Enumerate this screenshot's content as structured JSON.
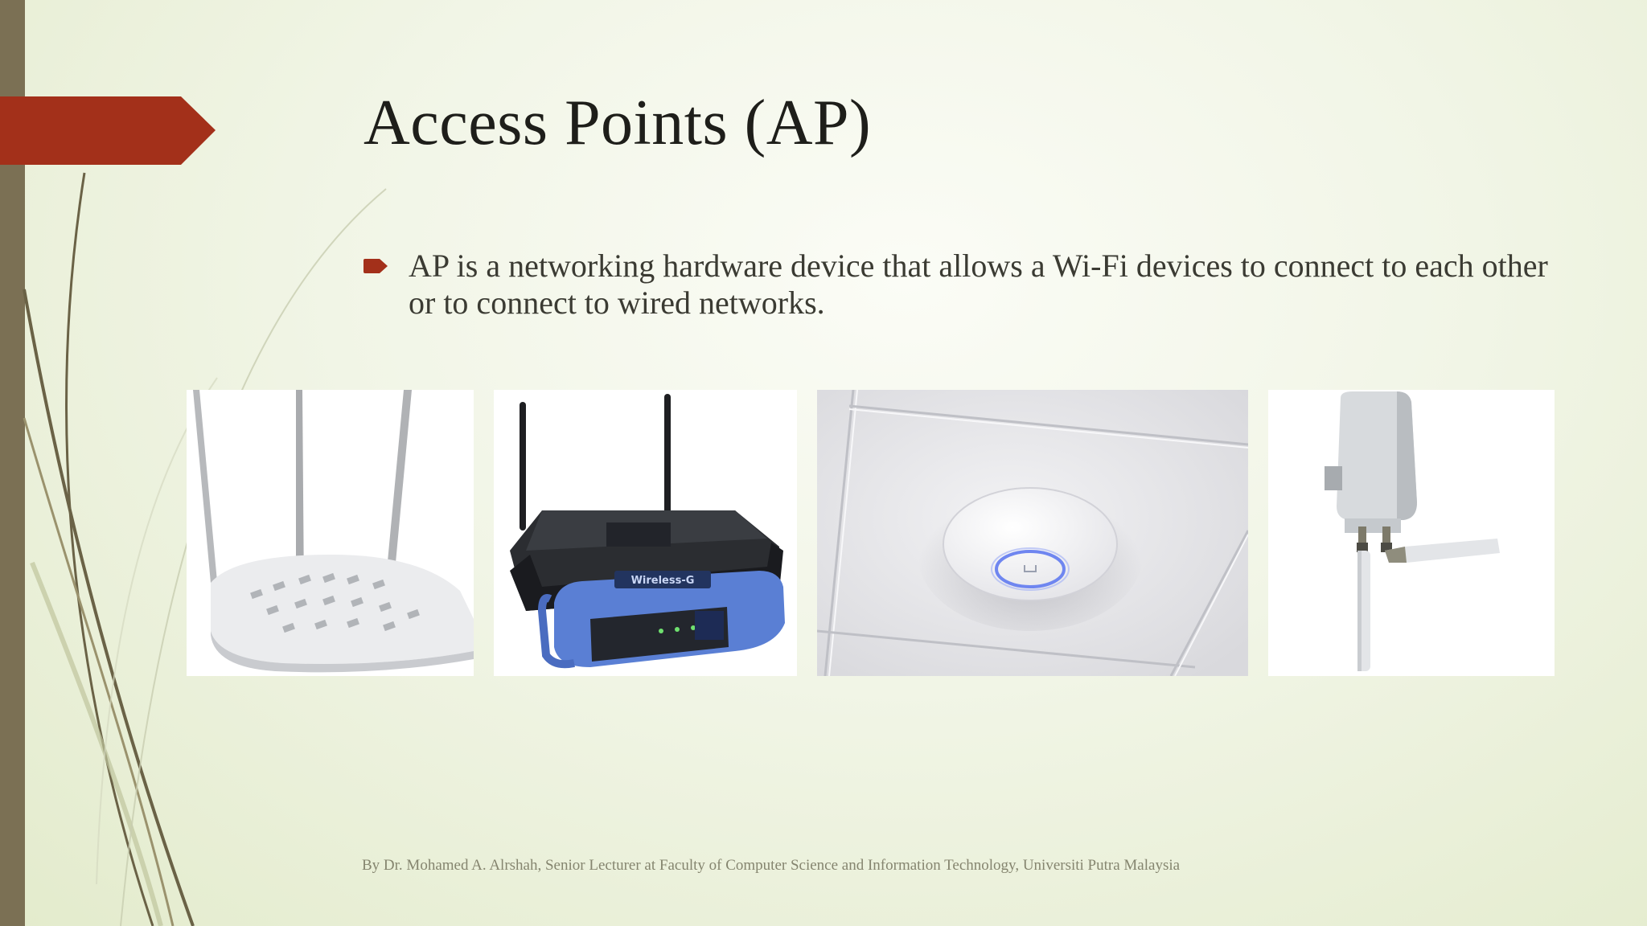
{
  "slide": {
    "title": "Access Points (AP)",
    "bullets": [
      "AP is a networking hardware device that allows a Wi-Fi devices to connect to each other or to connect to wired networks."
    ],
    "footer": "By Dr. Mohamed A. Alrshah, Senior Lecturer at Faculty of Computer Science and Information Technology, Universiti Putra Malaysia"
  },
  "theme": {
    "accent": "#a3301a",
    "sidebar": "#7b7054",
    "background": "#eef3df"
  },
  "images": [
    {
      "name": "white-three-antenna-access-point-photo"
    },
    {
      "name": "wireless-g-router-photo",
      "label": "Wireless-G"
    },
    {
      "name": "ceiling-mounted-access-point-photo"
    },
    {
      "name": "outdoor-access-point-photo"
    }
  ]
}
